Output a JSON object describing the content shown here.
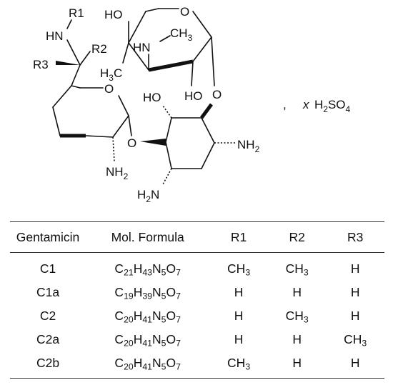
{
  "structure": {
    "labels": {
      "r1": "R1",
      "r2": "R2",
      "r3": "R3",
      "hn_top": "HN",
      "ho_top": "HO",
      "o_ring_top": "O",
      "ch3_top": "CH",
      "ch3_sub": "3",
      "hn_mid": "HN",
      "h3c_h": "H",
      "h3c_sub": "3",
      "h3c_c": "C",
      "o_left_ring": "O",
      "ho_mid": "HO",
      "ho_ring": "HO",
      "o_link_right": "O",
      "o_link_left": "O",
      "nh2_right_nh": "NH",
      "nh2_right_sub": "2",
      "nh2_left_nh": "NH",
      "nh2_left_sub": "2",
      "h2n_h": "H",
      "h2n_sub": "2",
      "h2n_n": "N"
    },
    "salt": {
      "comma": ",",
      "x": "x",
      "h": "H",
      "sub2": "2",
      "so": "SO",
      "sub4": "4"
    }
  },
  "table": {
    "headers": [
      "Gentamicin",
      "Mol. Formula",
      "R1",
      "R2",
      "R3"
    ],
    "rows": [
      {
        "name": "C1",
        "formula": [
          [
            "C",
            "21"
          ],
          [
            "H",
            "43"
          ],
          [
            "N",
            "5"
          ],
          [
            "O",
            "7"
          ]
        ],
        "r1": [
          "CH",
          "3"
        ],
        "r2": [
          "CH",
          "3"
        ],
        "r3": [
          "H",
          ""
        ]
      },
      {
        "name": "C1a",
        "formula": [
          [
            "C",
            "19"
          ],
          [
            "H",
            "39"
          ],
          [
            "N",
            "5"
          ],
          [
            "O",
            "7"
          ]
        ],
        "r1": [
          "H",
          ""
        ],
        "r2": [
          "H",
          ""
        ],
        "r3": [
          "H",
          ""
        ]
      },
      {
        "name": "C2",
        "formula": [
          [
            "C",
            "20"
          ],
          [
            "H",
            "41"
          ],
          [
            "N",
            "5"
          ],
          [
            "O",
            "7"
          ]
        ],
        "r1": [
          "H",
          ""
        ],
        "r2": [
          "CH",
          "3"
        ],
        "r3": [
          "H",
          ""
        ]
      },
      {
        "name": "C2a",
        "formula": [
          [
            "C",
            "20"
          ],
          [
            "H",
            "41"
          ],
          [
            "N",
            "5"
          ],
          [
            "O",
            "7"
          ]
        ],
        "r1": [
          "H",
          ""
        ],
        "r2": [
          "H",
          ""
        ],
        "r3": [
          "CH",
          "3"
        ]
      },
      {
        "name": "C2b",
        "formula": [
          [
            "C",
            "20"
          ],
          [
            "H",
            "41"
          ],
          [
            "N",
            "5"
          ],
          [
            "O",
            "7"
          ]
        ],
        "r1": [
          "CH",
          "3"
        ],
        "r2": [
          "H",
          ""
        ],
        "r3": [
          "H",
          ""
        ]
      }
    ]
  }
}
